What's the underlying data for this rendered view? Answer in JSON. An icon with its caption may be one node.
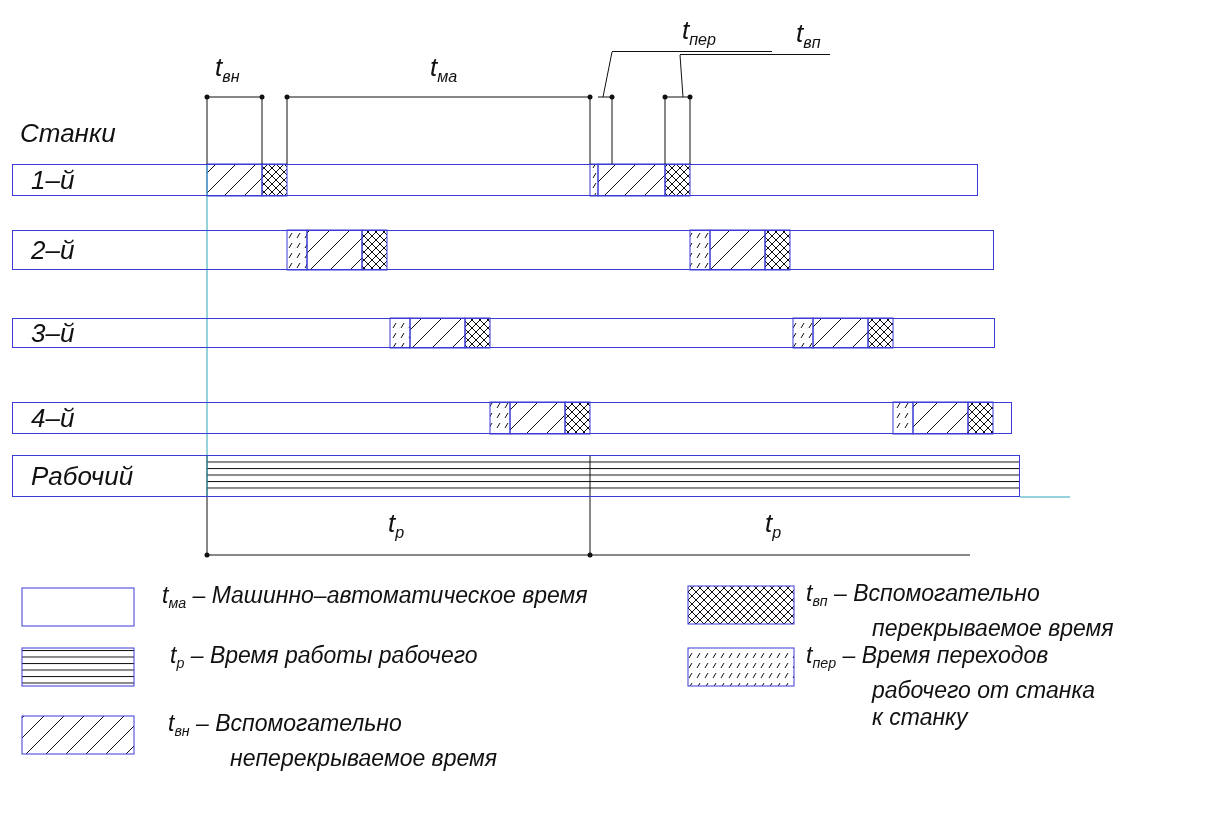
{
  "diagram": {
    "nodes": [
      {
        "text": [
          "t$_{пер}$"
        ]
      },
      {
        "text": [
          "t$_{вп}$"
        ]
      },
      {
        "text": [
          "1–й"
        ]
      },
      {
        "text": [
          "2–й"
        ]
      },
      {
        "text": [
          "3–й"
        ]
      },
      {
        "text": [
          "4–й"
        ]
      },
      {
        "text": [
          "Рабочий"
        ]
      }
    ],
    "edges": [
      {
        "from": 0,
        "to": null,
        "arrow": "none"
      },
      {
        "from": 1,
        "to": null,
        "arrow": "none"
      }
    ],
    "labels": [
      "t$_{вн}$",
      "t$_{ма}$",
      "Станки",
      "t$_{р}$",
      "t$_{р}$"
    ],
    "legend": [
      {
        "text": "t$_{ма}$ – Машинно–автоматическое время"
      },
      {
        "text": "t$_{вп}$ – Вспомогательно перекрываемое время"
      },
      {
        "text": "t$_{р}$ – Время работы рабочего"
      },
      {
        "text": "t$_{пер}$ – Время переходов рабочего от станка к станку"
      },
      {
        "text": "t$_{вн}$ – Вспомогательно неперекрываемое время"
      }
    ]
  }
}
